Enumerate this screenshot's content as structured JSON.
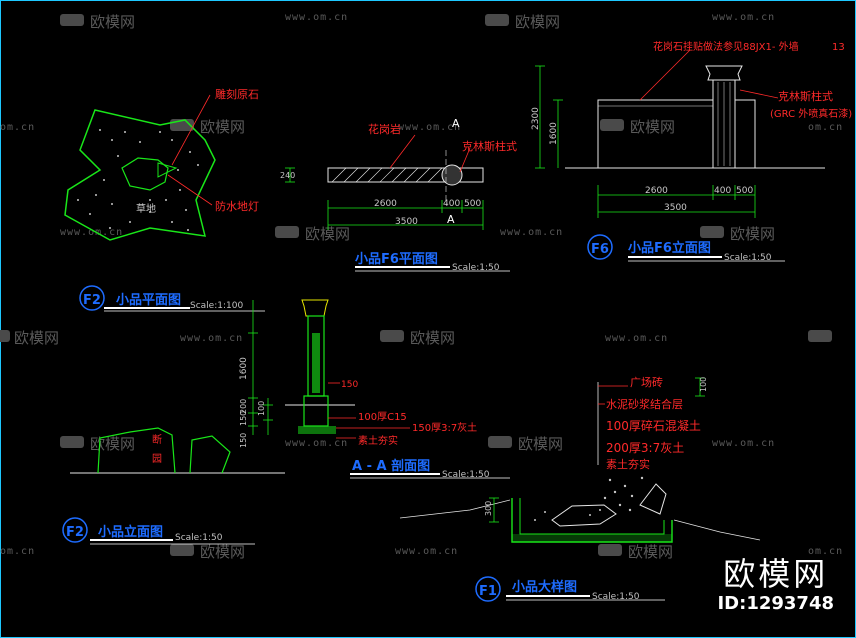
{
  "watermark": {
    "brand": "欧模网",
    "url": "www.om.cn",
    "url_short": "om.cn"
  },
  "brand_mark": {
    "name": "欧模网",
    "id": "ID:1293748"
  },
  "views": {
    "f2_plan": {
      "tag": "F2",
      "title": "小品平面图",
      "scale": "Scale:1:100",
      "labels": {
        "stone": "雕刻原石",
        "grass": "草地",
        "lamp": "防水地灯"
      }
    },
    "f6_plan": {
      "title": "小品F6平面图",
      "scale": "Scale:1:50",
      "labels": {
        "granite": "花岗岩",
        "column": "克林斯柱式",
        "section_mark": "A"
      },
      "dims": {
        "d2600": "2600",
        "d400": "400",
        "d500": "500",
        "d3500": "3500",
        "h240": "240"
      }
    },
    "f6_elev": {
      "tag": "F6",
      "title": "小品F6立面图",
      "scale": "Scale:1:50",
      "labels": {
        "granite_note": "花岗石挂贴做法参见88JX1- 外墙",
        "column_title": "克林斯柱式",
        "column_note": "(GRC 外喷真石漆)",
        "note_num": "13"
      },
      "dims": {
        "h2300": "2300",
        "h1600": "1600",
        "d2600": "2600",
        "d400": "400",
        "d500": "500",
        "d3500": "3500"
      }
    },
    "f2_elev": {
      "tag": "F2",
      "title": "小品立面图",
      "scale": "Scale:1:50",
      "labels": {
        "stone_v1": "断",
        "stone_v2": "园"
      }
    },
    "aa_section": {
      "title": "A - A 剖面图",
      "scale": "Scale:1:50",
      "labels": {
        "c15": "100厚C15",
        "lime": "150厚3:7灰土",
        "soil": "素土夯实"
      },
      "dims": {
        "h1600": "1600",
        "h150": "150",
        "h200": "200",
        "h100": "100",
        "h150b": "150",
        "r150": "150"
      }
    },
    "f1_detail": {
      "tag": "F1",
      "title": "小品大样图",
      "scale": "Scale:1:50",
      "labels": {
        "brick": "广场砖",
        "mortar": "水泥砂浆结合层",
        "gravel": "100厚碎石混凝土",
        "lime": "200厚3:7灰土",
        "soil": "素土夯实"
      },
      "dims": {
        "h100": "100",
        "h300": "300"
      }
    }
  }
}
